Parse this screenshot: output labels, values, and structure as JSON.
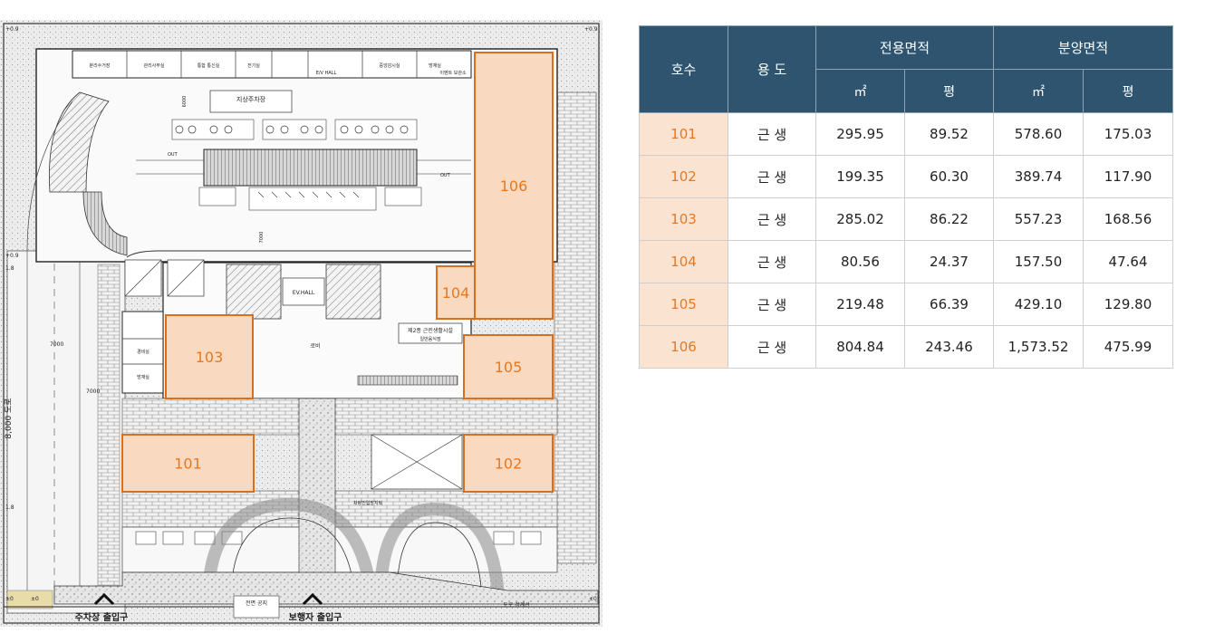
{
  "plan": {
    "units": [
      {
        "id": "101",
        "label": "101"
      },
      {
        "id": "102",
        "label": "102"
      },
      {
        "id": "103",
        "label": "103"
      },
      {
        "id": "104",
        "label": "104"
      },
      {
        "id": "105",
        "label": "105"
      },
      {
        "id": "106",
        "label": "106"
      }
    ],
    "labels": {
      "parking_entrance": "주차장 출입구",
      "pedestrian_entrance": "보행자 출입구",
      "parking_lot": "지상주차장",
      "ev_hall": "EV.HALL",
      "ev_hall_top": "E/V HALL",
      "out1": "OUT",
      "out2": "OUT",
      "lobby": "로비",
      "facility": "제2종 근린생활시설",
      "facility_sub": "일반음식점",
      "security_room": "경비실",
      "disaster_room": "방재실",
      "dim_7000_a": "7000",
      "dim_7000_b": "7000",
      "dim_7000_c": "7000",
      "dim_6000": "6000",
      "dim_8000": "8,000 도로",
      "level_top_left": "+0.9",
      "level_top_right": "+0.9",
      "level_mid_left": "+0.9",
      "level_18_a": "1.8",
      "level_18_b": "1.8",
      "level_zero_a": "±0",
      "level_zero_b": "±0",
      "level_zero_c": "±0",
      "road_boundary": "도로 경계선",
      "public_notice": "전면 공지",
      "shuttle": "차량진입방지턱"
    },
    "top_rooms": [
      "분리수거장",
      "관리사무실",
      "통합 통신실",
      "전기실",
      "중앙감시실",
      "방재실",
      "이벤트 보관소"
    ]
  },
  "table": {
    "headers": {
      "unit": "호수",
      "use": "용 도",
      "exclusive": "전용면적",
      "sale": "분양면적",
      "sqm": "㎡",
      "pyeong": "평"
    },
    "rows": [
      {
        "unit": "101",
        "use": "근 생",
        "ex_sqm": "295.95",
        "ex_py": "89.52",
        "sale_sqm": "578.60",
        "sale_py": "175.03"
      },
      {
        "unit": "102",
        "use": "근 생",
        "ex_sqm": "199.35",
        "ex_py": "60.30",
        "sale_sqm": "389.74",
        "sale_py": "117.90"
      },
      {
        "unit": "103",
        "use": "근 생",
        "ex_sqm": "285.02",
        "ex_py": "86.22",
        "sale_sqm": "557.23",
        "sale_py": "168.56"
      },
      {
        "unit": "104",
        "use": "근 생",
        "ex_sqm": "80.56",
        "ex_py": "24.37",
        "sale_sqm": "157.50",
        "sale_py": "47.64"
      },
      {
        "unit": "105",
        "use": "근 생",
        "ex_sqm": "219.48",
        "ex_py": "66.39",
        "sale_sqm": "429.10",
        "sale_py": "129.80"
      },
      {
        "unit": "106",
        "use": "근 생",
        "ex_sqm": "804.84",
        "ex_py": "243.46",
        "sale_sqm": "1,573.52",
        "sale_py": "475.99"
      }
    ]
  },
  "colors": {
    "unit_fill": "#fad9c1",
    "unit_stroke": "#d6701f",
    "unit_text": "#e8781f",
    "header_bg": "#2e5470"
  }
}
